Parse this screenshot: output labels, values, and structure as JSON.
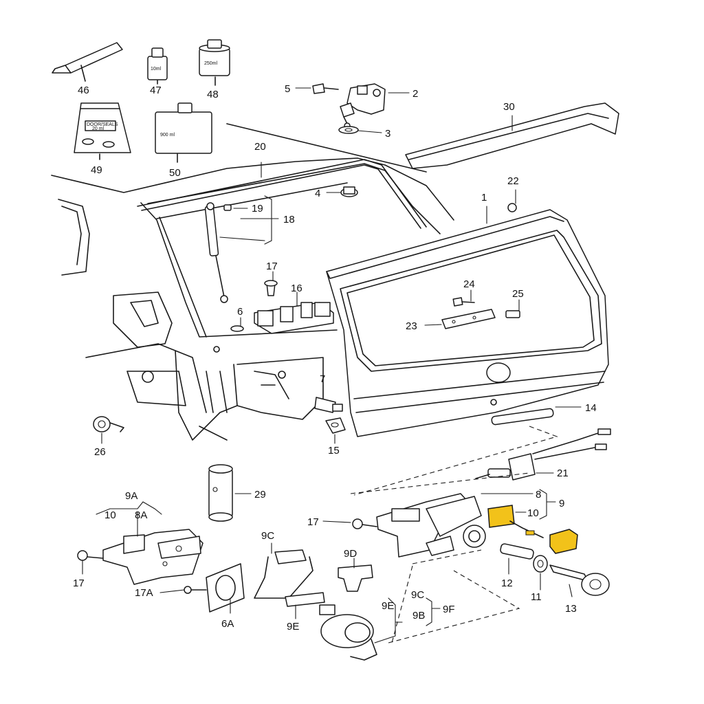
{
  "callouts": {
    "c1": "1",
    "c2": "2",
    "c3": "3",
    "c4": "4",
    "c5": "5",
    "c6": "6",
    "c7": "7",
    "c8": "8",
    "c9": "9",
    "c9a": "9A",
    "c9b": "9B",
    "c9c_top": "9C",
    "c9c_right": "9C",
    "c9d": "9D",
    "c9e_left": "9E",
    "c9e_right": "9E",
    "c9f": "9F",
    "c10_left": "10",
    "c10_right": "10",
    "c11": "11",
    "c12": "12",
    "c13": "13",
    "c14": "14",
    "c15": "15",
    "c16": "16",
    "c17_top": "17",
    "c17_mid": "17",
    "c17_left": "17",
    "c17a": "17A",
    "c18": "18",
    "c19": "19",
    "c20": "20",
    "c21": "21",
    "c22": "22",
    "c23": "23",
    "c24": "24",
    "c25": "25",
    "c26": "26",
    "c29": "29",
    "c30": "30",
    "c46": "46",
    "c47": "47",
    "c48": "48",
    "c49": "49",
    "c50": "50",
    "c6a": "6A",
    "c8a": "8A"
  },
  "container_labels": {
    "bottle_small": "10ml",
    "jar": "250ml",
    "bottle_large": "900 ml",
    "bag_line1": "DOOR/SEALS",
    "bag_line2": "20 ml"
  },
  "colors": {
    "line": "#1a1a1a",
    "highlight": "#f2c21a",
    "background": "#ffffff"
  }
}
